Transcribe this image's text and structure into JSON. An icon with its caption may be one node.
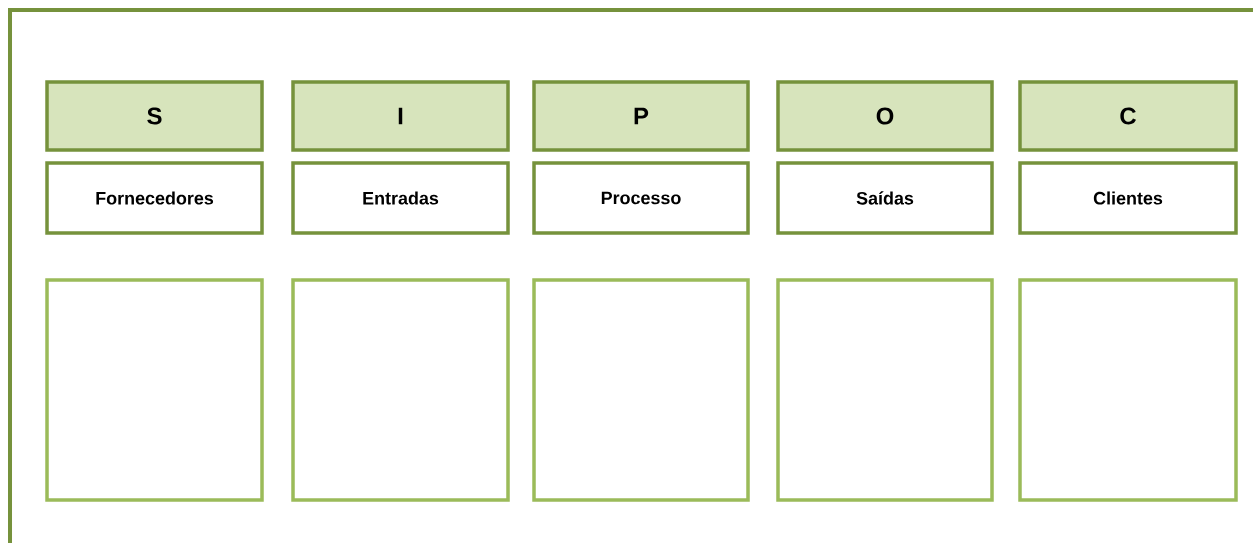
{
  "diagram": {
    "nodes": [
      {
        "text": [
          "S"
        ]
      },
      {
        "text": [
          "I"
        ]
      },
      {
        "text": [
          "P"
        ]
      },
      {
        "text": [
          "O"
        ]
      },
      {
        "text": [
          "C"
        ]
      },
      {
        "text": [
          "Fornecedores"
        ]
      },
      {
        "text": [
          "Entradas"
        ]
      },
      {
        "text": [
          "Processo"
        ]
      },
      {
        "text": [
          "Saídas"
        ]
      },
      {
        "text": [
          "Clientes"
        ]
      },
      {
        "text": [],
        "shape": "box"
      },
      {
        "text": [],
        "shape": "box"
      },
      {
        "text": [],
        "shape": "box"
      },
      {
        "text": [],
        "shape": "box"
      },
      {
        "text": [],
        "shape": "box"
      }
    ]
  }
}
